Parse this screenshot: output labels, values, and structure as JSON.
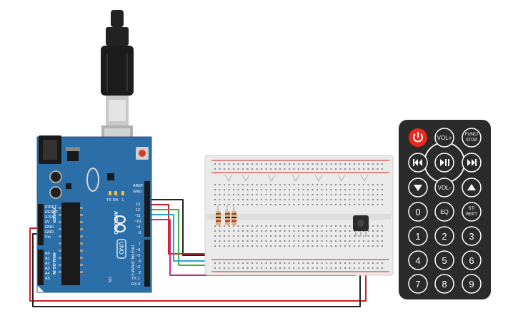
{
  "arduino": {
    "brand": "ARDUINO",
    "model": "UNO",
    "power_label": "POWER",
    "analog_label": "ANALOG IN",
    "digital_label": "DIGITAL (PWM~)",
    "left_pins": [
      "IOREF",
      "RESET",
      "3.3V",
      "5V",
      "GND",
      "GND",
      "Vin"
    ],
    "analog_pins": [
      "A0",
      "A1",
      "A2",
      "A3",
      "A4",
      "A5"
    ],
    "right_pins_top": [
      "AREF",
      "GND",
      "13",
      "12",
      "~11",
      "~10",
      "~9",
      "8"
    ],
    "right_pins_bottom": [
      "7",
      "~6",
      "~5",
      "4",
      "~3",
      "2",
      "TX 1",
      "RX 0"
    ],
    "led_labels": [
      "TX",
      "RX",
      "L"
    ],
    "on_label": "ON"
  },
  "remote": {
    "buttons": [
      {
        "name": "power",
        "label": "",
        "icon": "power-icon"
      },
      {
        "name": "vol-up",
        "label": "VOL+"
      },
      {
        "name": "func-stop",
        "label": "FUNC/\nSTOP"
      },
      {
        "name": "rewind",
        "label": "",
        "icon": "rewind-icon"
      },
      {
        "name": "play-pause",
        "label": "",
        "icon": "play-pause-icon"
      },
      {
        "name": "fast-forward",
        "label": "",
        "icon": "fast-forward-icon"
      },
      {
        "name": "down",
        "label": "",
        "icon": "triangle-down-icon"
      },
      {
        "name": "vol-down",
        "label": "VOL-"
      },
      {
        "name": "up",
        "label": "",
        "icon": "triangle-up-icon"
      },
      {
        "name": "0",
        "label": "0"
      },
      {
        "name": "eq",
        "label": "EQ"
      },
      {
        "name": "st-rept",
        "label": "ST/\nREPT"
      },
      {
        "name": "1",
        "label": "1"
      },
      {
        "name": "2",
        "label": "2"
      },
      {
        "name": "3",
        "label": "3"
      },
      {
        "name": "4",
        "label": "4"
      },
      {
        "name": "5",
        "label": "5"
      },
      {
        "name": "6",
        "label": "6"
      },
      {
        "name": "7",
        "label": "7"
      },
      {
        "name": "8",
        "label": "8"
      },
      {
        "name": "9",
        "label": "9"
      }
    ]
  },
  "colors": {
    "board": "#2c6fa8",
    "wire_red": "#d32020",
    "wire_black": "#222222",
    "wire_green": "#3cb33c",
    "wire_blue": "#2aa0d8",
    "wire_magenta": "#c22b8c",
    "remote_body": "#2b2b2b",
    "power_button": "#e8291c"
  }
}
